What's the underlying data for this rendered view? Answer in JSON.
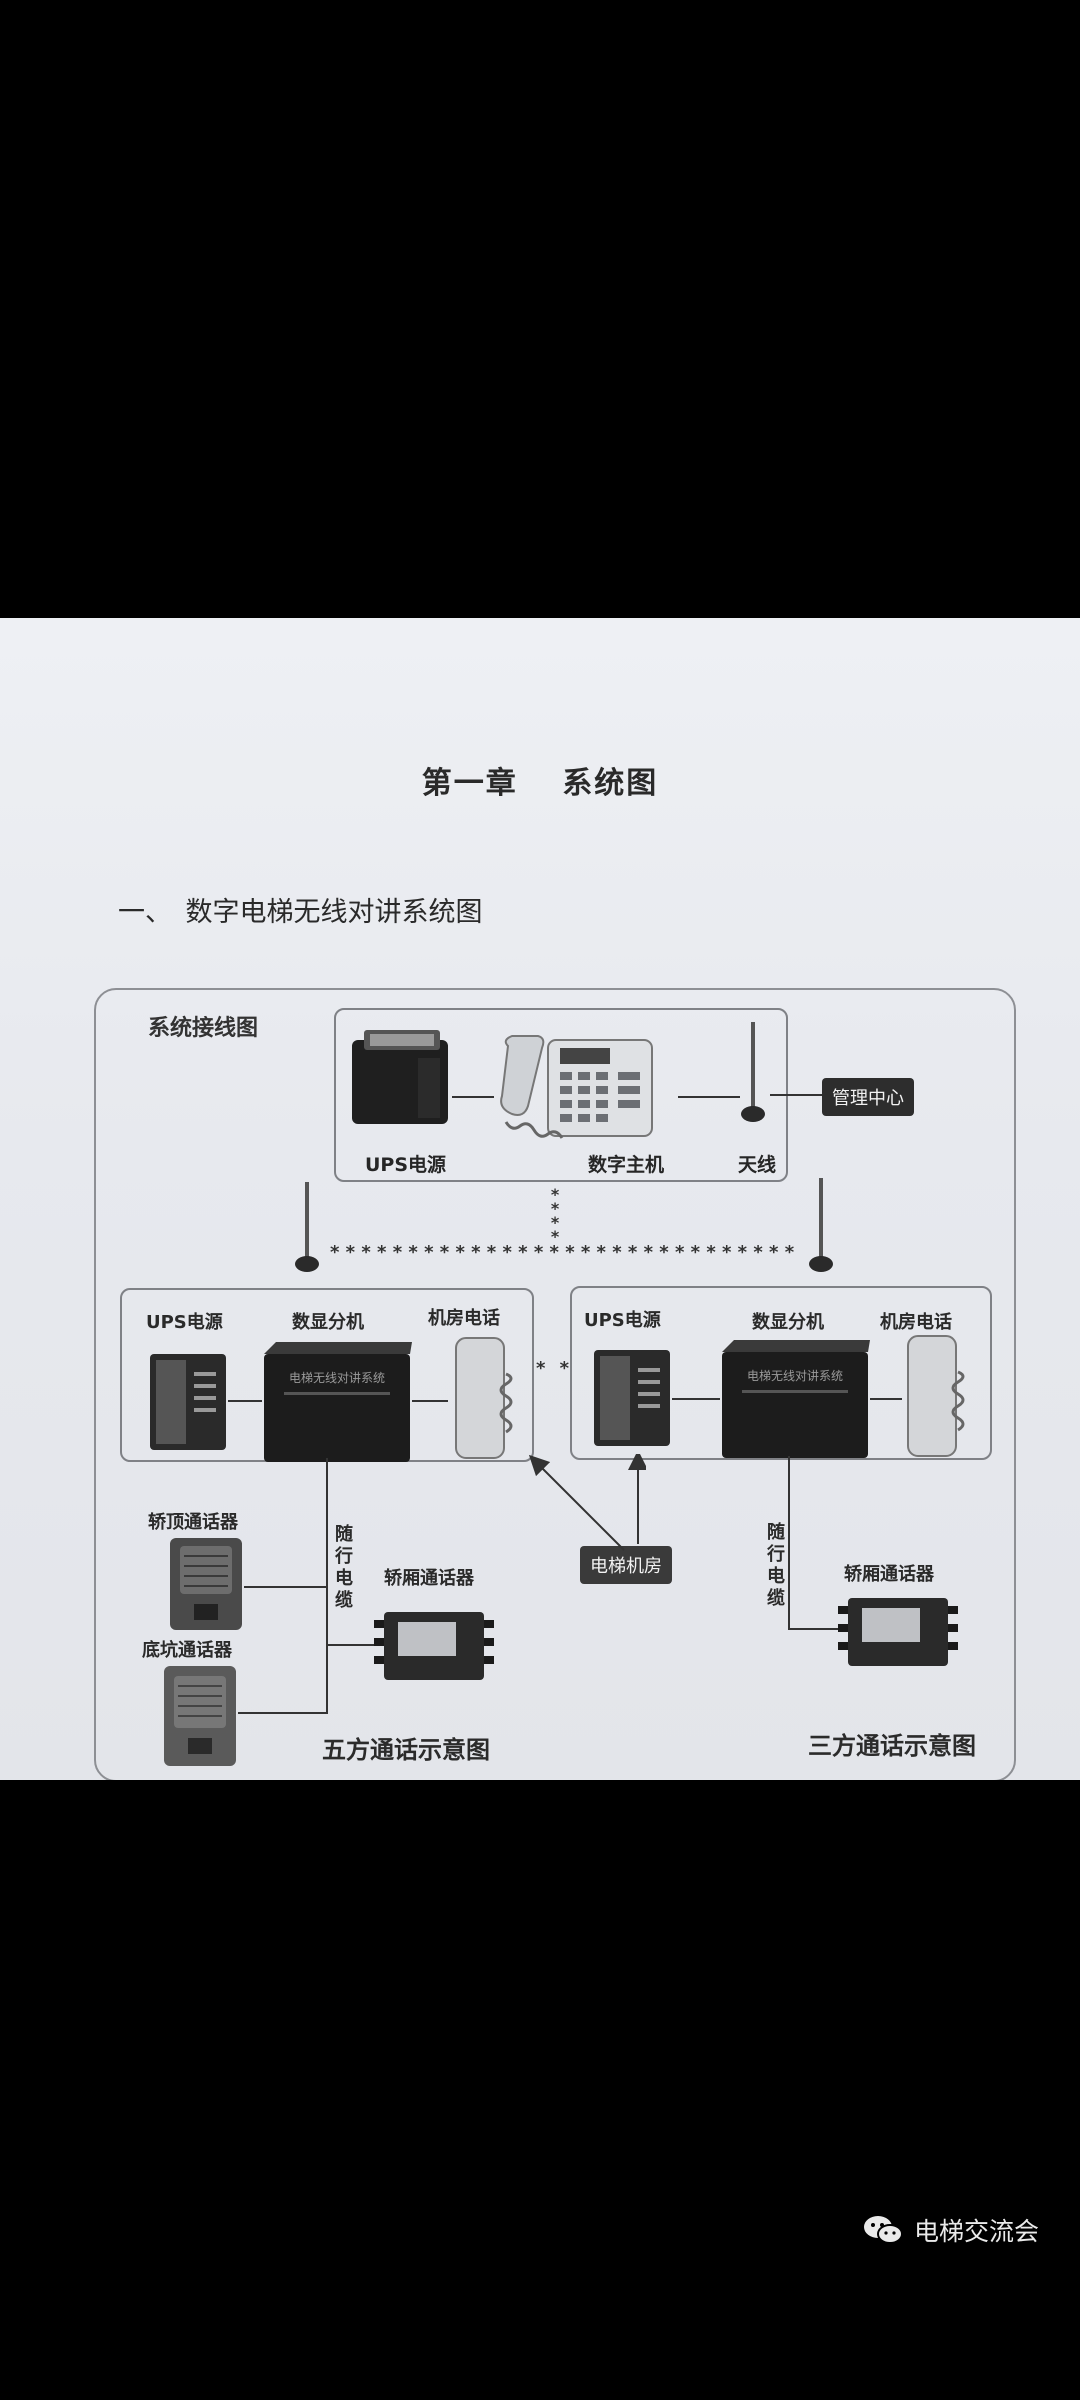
{
  "document": {
    "chapter_title": "第一章　 系统图",
    "section_title": "一、　数字电梯无线对讲系统图"
  },
  "diagram": {
    "label": "系统接线图",
    "management_center": "管理中心",
    "top": {
      "ups": "UPS电源",
      "main_unit": "数字主机",
      "antenna": "天线"
    },
    "left_room": {
      "ups": "UPS电源",
      "display_unit": "数显分机",
      "room_phone": "机房电话"
    },
    "right_room": {
      "ups": "UPS电源",
      "display_unit": "数显分机",
      "room_phone": "机房电话"
    },
    "machine_room": "电梯机房",
    "left_cable": "随行电缆",
    "right_cable": "随行电缆",
    "car_top_intercom": "轿顶通话器",
    "pit_intercom": "底坑通话器",
    "car_intercom_left": "轿厢通话器",
    "car_intercom_right": "轿厢通话器",
    "five_party": "五方通话示意图",
    "three_party": "三方通话示意图",
    "star_separator": "* *",
    "device_print": "电梯无线对讲系统"
  },
  "watermark": {
    "text": "电梯交流会",
    "icon": "wechat-icon"
  }
}
